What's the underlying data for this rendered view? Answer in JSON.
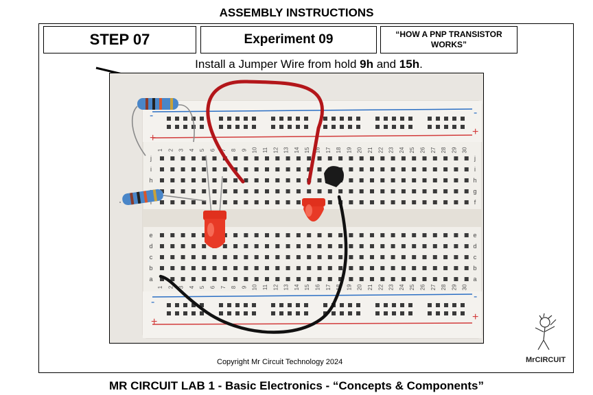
{
  "header": {
    "title": "ASSEMBLY INSTRUCTIONS"
  },
  "boxes": {
    "step": "STEP 07",
    "experiment": "Experiment 09",
    "title": "“HOW A PNP TRANSISTOR WORKS”"
  },
  "instruction": {
    "pre": "Install a Jumper Wire from hold ",
    "a": "9h",
    "mid": " and ",
    "b": "15h",
    "end": "."
  },
  "copyright": "Copyright Mr Circuit Technology 2024",
  "footer": "MR CIRCUIT LAB 1 - Basic Electronics - “Concepts & Components”",
  "logo": {
    "text": "MrCIRCUIT"
  },
  "breadboard": {
    "row_labels_top": [
      "j",
      "i",
      "h",
      "g",
      "f"
    ],
    "row_labels_bottom": [
      "e",
      "d",
      "c",
      "b",
      "a"
    ],
    "columns": [
      1,
      2,
      3,
      4,
      5,
      6,
      7,
      8,
      9,
      10,
      11,
      12,
      13,
      14,
      15,
      16,
      17,
      18,
      19,
      20,
      21,
      22,
      23,
      24,
      25,
      26,
      27,
      28,
      29,
      30
    ],
    "rail_minus": "-",
    "rail_plus": "+"
  },
  "colors": {
    "wire_red": "#b3161a",
    "wire_black": "#111111",
    "rail_blue": "#2b6fc4",
    "rail_red": "#d23b3b",
    "board": "#efece6"
  }
}
